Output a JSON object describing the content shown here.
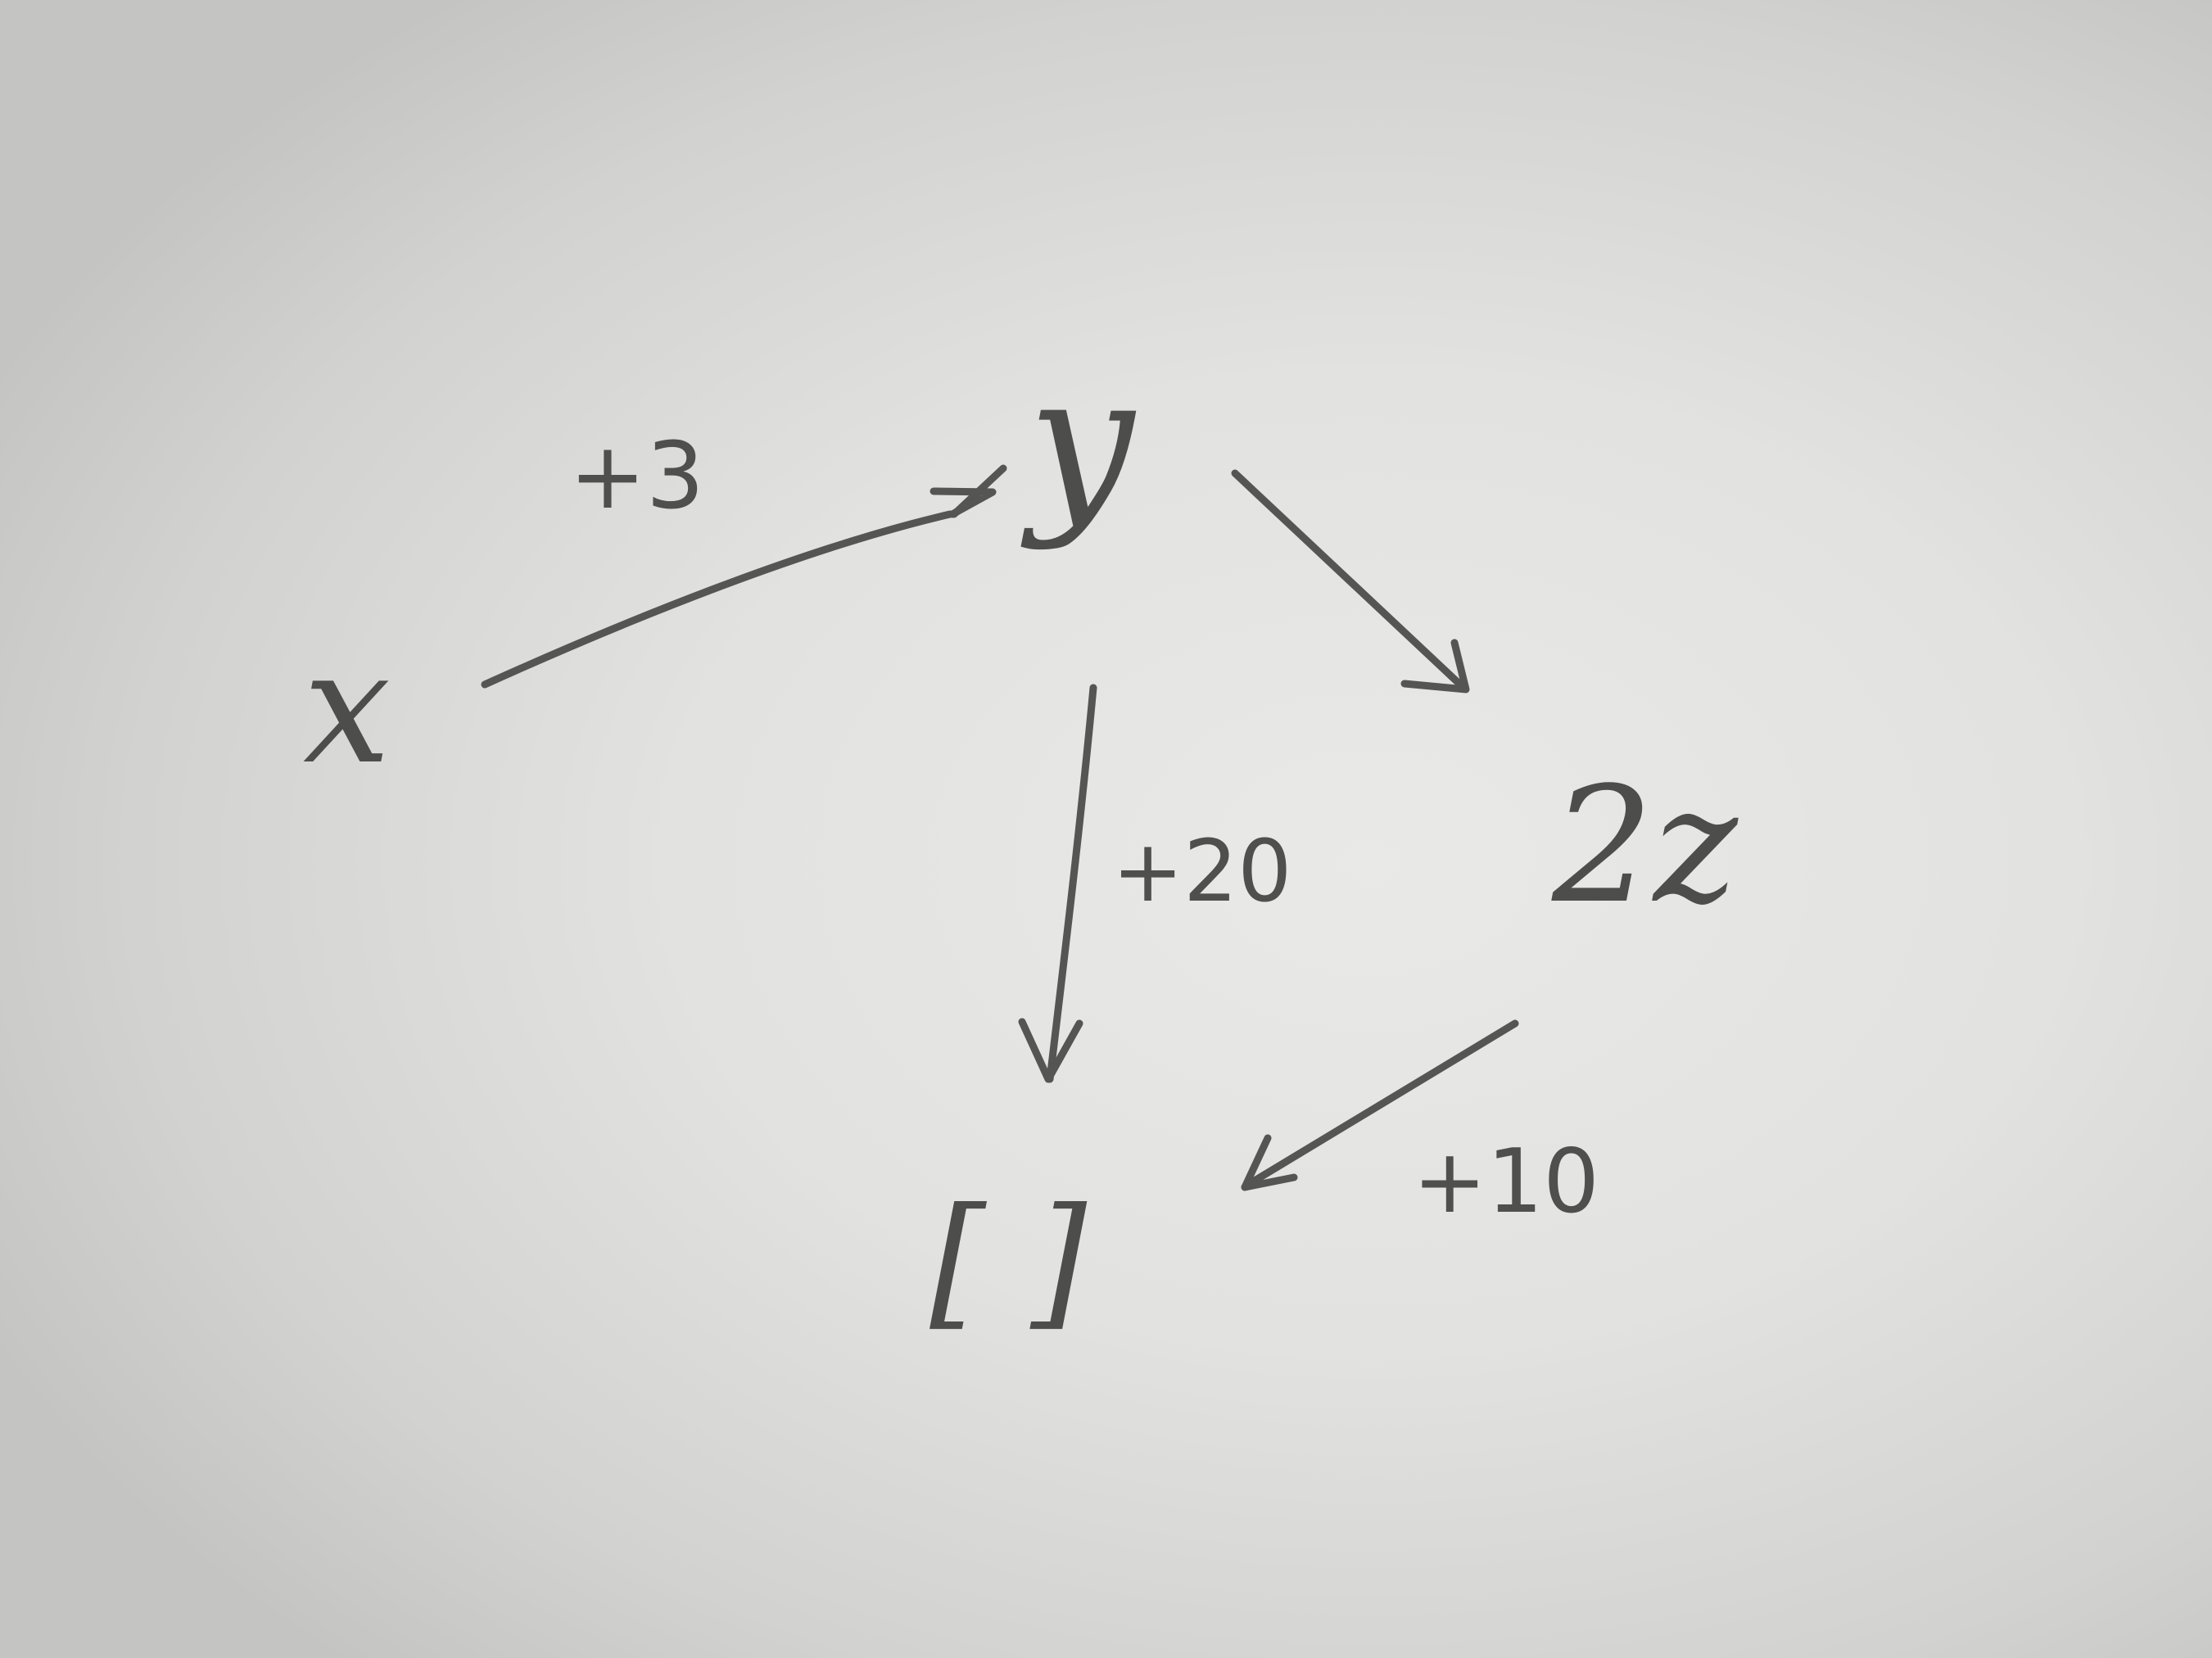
{
  "diagram": {
    "nodes": [
      {
        "id": "x",
        "label": "x"
      },
      {
        "id": "y",
        "label": "y"
      },
      {
        "id": "2z",
        "label": "2z"
      },
      {
        "id": "list",
        "label": "[ ]"
      }
    ],
    "edges": [
      {
        "from": "x",
        "to": "y",
        "label": "+3"
      },
      {
        "from": "y",
        "to": "2z",
        "label": ""
      },
      {
        "from": "y",
        "to": "list",
        "label": "+20"
      },
      {
        "from": "2z",
        "to": "list",
        "label": "+10"
      }
    ]
  },
  "colors": {
    "pencil": "#555553",
    "paper": "#e2e2e0"
  }
}
